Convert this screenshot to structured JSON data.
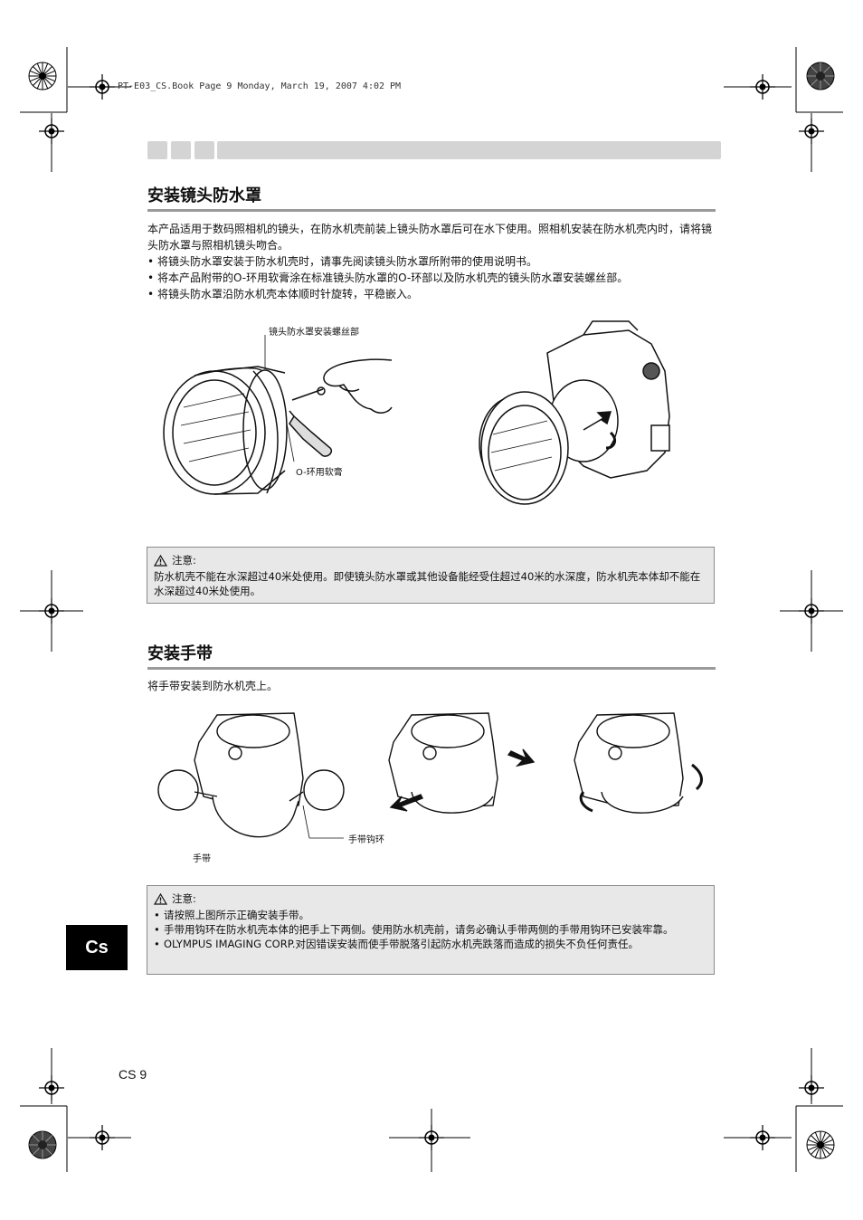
{
  "header_line": "PT-E03_CS.Book  Page 9  Monday, March 19, 2007  4:02 PM",
  "section1": {
    "title": "安装镜头防水罩",
    "intro": "本产品适用于数码照相机的镜头，在防水机壳前装上镜头防水罩后可在水下使用。照相机安装在防水机壳内时，请将镜头防水罩与照相机镜头吻合。",
    "bullets": [
      "将镜头防水罩安装于防水机壳时，请事先阅读镜头防水罩所附带的使用说明书。",
      "将本产品附带的O-环用软膏涂在标准镜头防水罩的O-环部以及防水机壳的镜头防水罩安装螺丝部。",
      "将镜头防水罩沿防水机壳本体顺时针旋转，平稳嵌入。"
    ],
    "figure_labels": {
      "thread": "镜头防水罩安装螺丝部",
      "grease": "O-环用软膏"
    }
  },
  "caution1": {
    "head": "注意:",
    "text": "防水机壳不能在水深超过40米处使用。即使镜头防水罩或其他设备能经受住超过40米的水深度，防水机壳本体却不能在水深超过40米处使用。"
  },
  "section2": {
    "title": "安装手带",
    "intro": "将手带安装到防水机壳上。",
    "figure_labels": {
      "hook": "手带钩环",
      "strap": "手带"
    }
  },
  "caution2": {
    "head": "注意:",
    "bullets": [
      "请按照上图所示正确安装手带。",
      "手带用钩环在防水机壳本体的把手上下两侧。使用防水机壳前，请务必确认手带两侧的手带用钩环已安装牢靠。",
      "OLYMPUS IMAGING CORP.对因错误安装而使手带脱落引起防水机壳跌落而造成的损失不负任何责任。"
    ]
  },
  "bullet_char": "•",
  "lang_tab": "Cs",
  "page_number": "CS 9",
  "icons": {
    "warning": "warning-triangle-icon",
    "registration": "registration-mark-icon"
  }
}
